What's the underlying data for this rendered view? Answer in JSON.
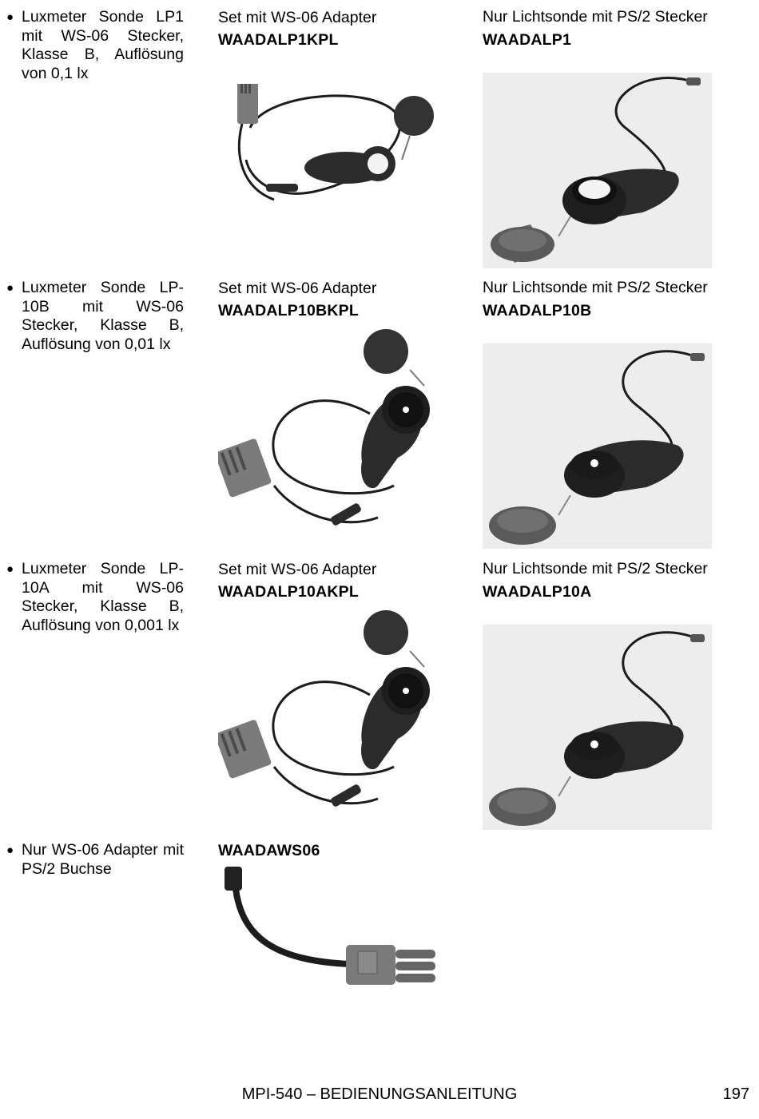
{
  "items": [
    {
      "description": "Luxmeter Sonde LP1 mit WS-06 Stecker, Klasse B, Auflösung von 0,1 lx",
      "set_label": "Set mit WS-06 Adapter",
      "set_code": "WAADALP1KPL",
      "probe_label": "Nur Lichtsonde mit PS/2 Stecker",
      "probe_code": "WAADALP1",
      "sensor_color": "#f4f4f4"
    },
    {
      "description": "Luxmeter Sonde LP-10B mit WS-06 Stecker, Klasse B, Auflösung von 0,01 lx",
      "set_label": "Set mit WS-06 Adapter",
      "set_code": "WAADALP10BKPL",
      "probe_label": "Nur Lichtsonde mit PS/2 Stecker",
      "probe_code": "WAADALP10B",
      "sensor_color": "#1a1a1a"
    },
    {
      "description": "Luxmeter Sonde LP-10A mit WS-06 Stecker, Klasse B, Auflösung von 0,001 lx",
      "set_label": "Set mit WS-06 Adapter",
      "set_code": "WAADALP10AKPL",
      "probe_label": "Nur Lichtsonde mit PS/2 Stecker",
      "probe_code": "WAADALP10A",
      "sensor_color": "#1a1a1a"
    },
    {
      "description": "Nur WS-06 Adapter mit PS/2 Buchse",
      "set_code": "WAADAWS06"
    }
  ],
  "footer": {
    "title": "MPI-540 – BEDIENUNGSANLEITUNG",
    "page": "197"
  },
  "colors": {
    "text": "#000000",
    "photo_background": "#ededed",
    "probe_body": "#2b2b2b",
    "connector": "#7a7a7a"
  }
}
